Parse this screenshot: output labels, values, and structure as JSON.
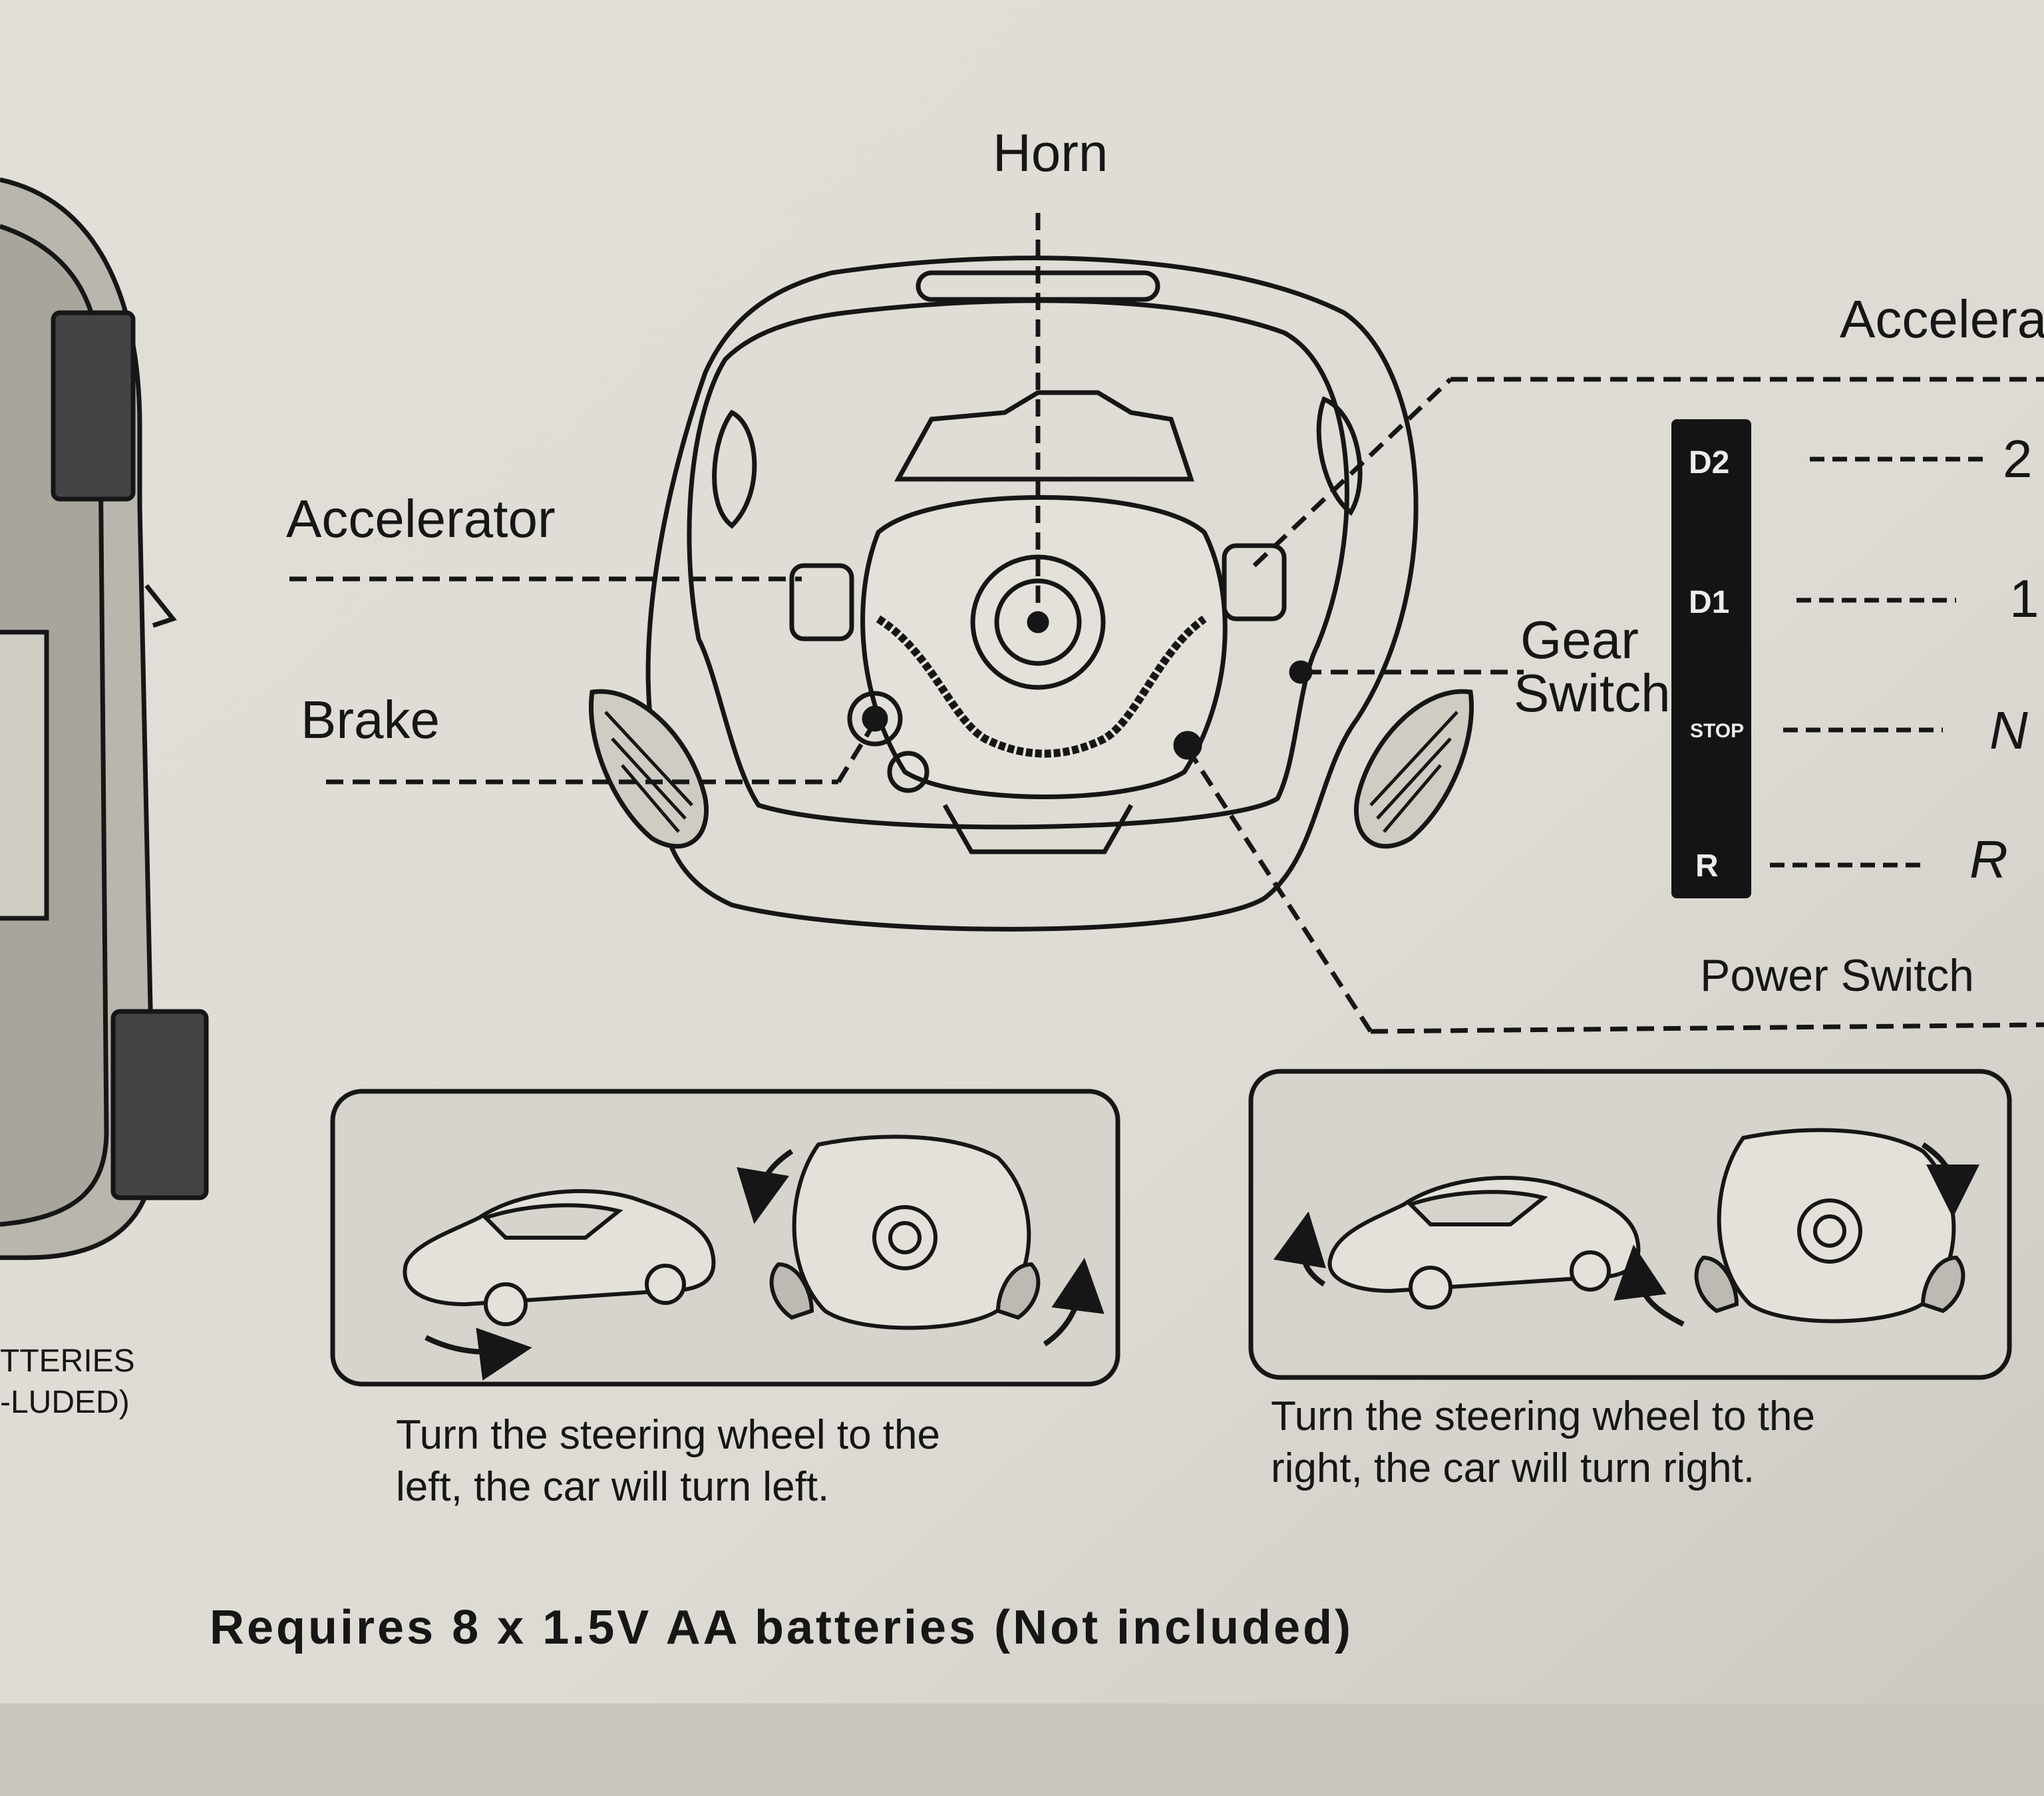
{
  "labels": {
    "horn": "Horn",
    "accelerator_left": "Accelerator",
    "brake": "Brake",
    "gear_line1": "Gear",
    "gear_line2": "Switch",
    "accelerator_right": "Accelera",
    "power_switch": "Power Switch"
  },
  "gears": [
    {
      "code": "D2",
      "value": "2"
    },
    {
      "code": "D1",
      "value": "1"
    },
    {
      "code": "STOP",
      "value": "N"
    },
    {
      "code": "R",
      "value": "R"
    }
  ],
  "left_caption": {
    "line1": "Turn the steering wheel to the",
    "line2": "left, the car will turn left."
  },
  "right_caption": {
    "line1": "Turn the steering wheel to the",
    "line2": "right, the car will turn right."
  },
  "battery_note": "Requires 8 x 1.5V AA batteries (Not included)",
  "side_text": {
    "line1": "TTERIES",
    "line2": "-LUDED)"
  },
  "colors": {
    "paper": "#e4e1da",
    "ink": "#161616",
    "gear_bar": "#141414",
    "gear_text": "#ececec",
    "panel": "#d3d0c8"
  }
}
